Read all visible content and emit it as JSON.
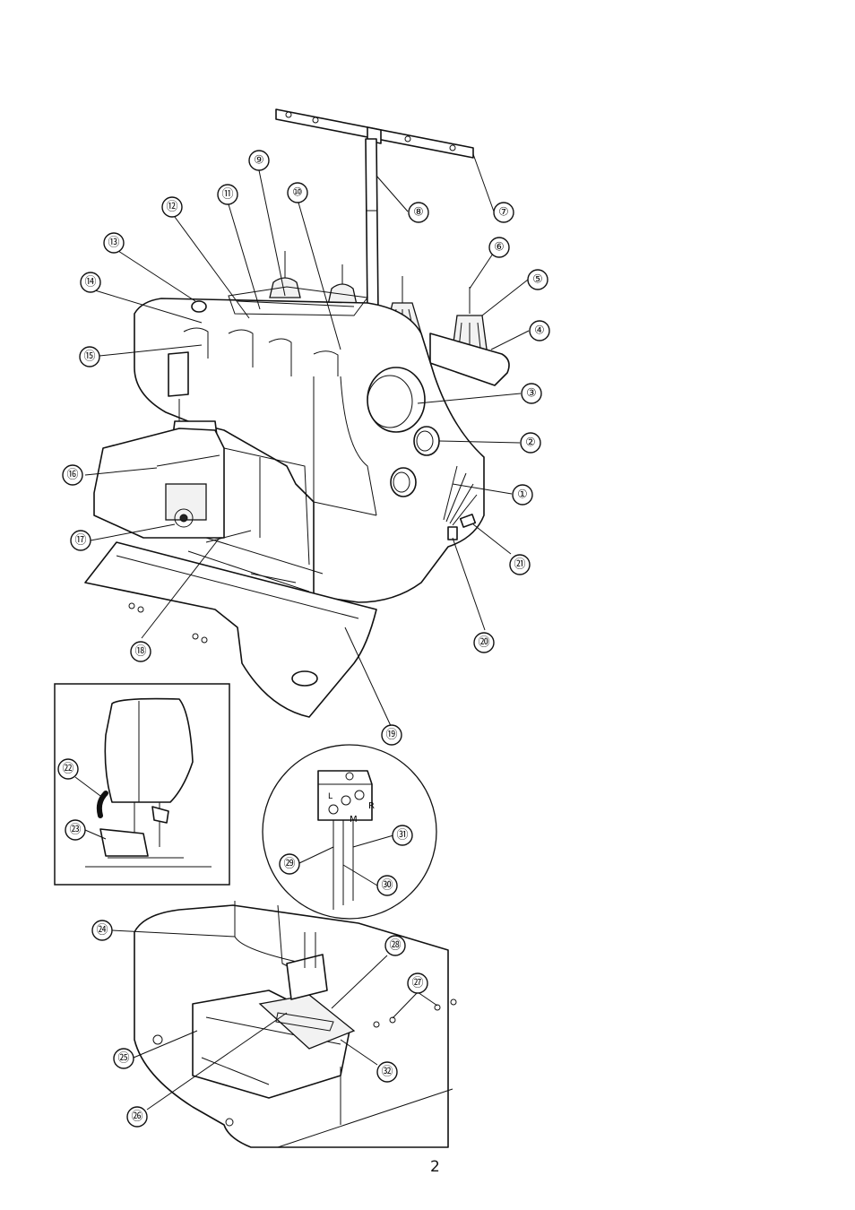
{
  "page_number": "2",
  "callouts": [
    "①",
    "②",
    "③",
    "④",
    "⑤",
    "⑥",
    "⑦",
    "⑧",
    "⑨",
    "⑩",
    "⑪",
    "⑫",
    "⑬",
    "⑭",
    "⑮",
    "⑯",
    "⑰",
    "⑱",
    "⑲",
    "⑳",
    "㉑",
    "㉒",
    "㉓",
    "㉔",
    "㉕",
    "㉖",
    "㉗",
    "㉘",
    "㉙",
    "㉚",
    "㉛",
    "㉜"
  ],
  "inset_labels": {
    "needle_clamp_left": "L",
    "needle_clamp_middle": "M",
    "needle_clamp_right": "R"
  }
}
